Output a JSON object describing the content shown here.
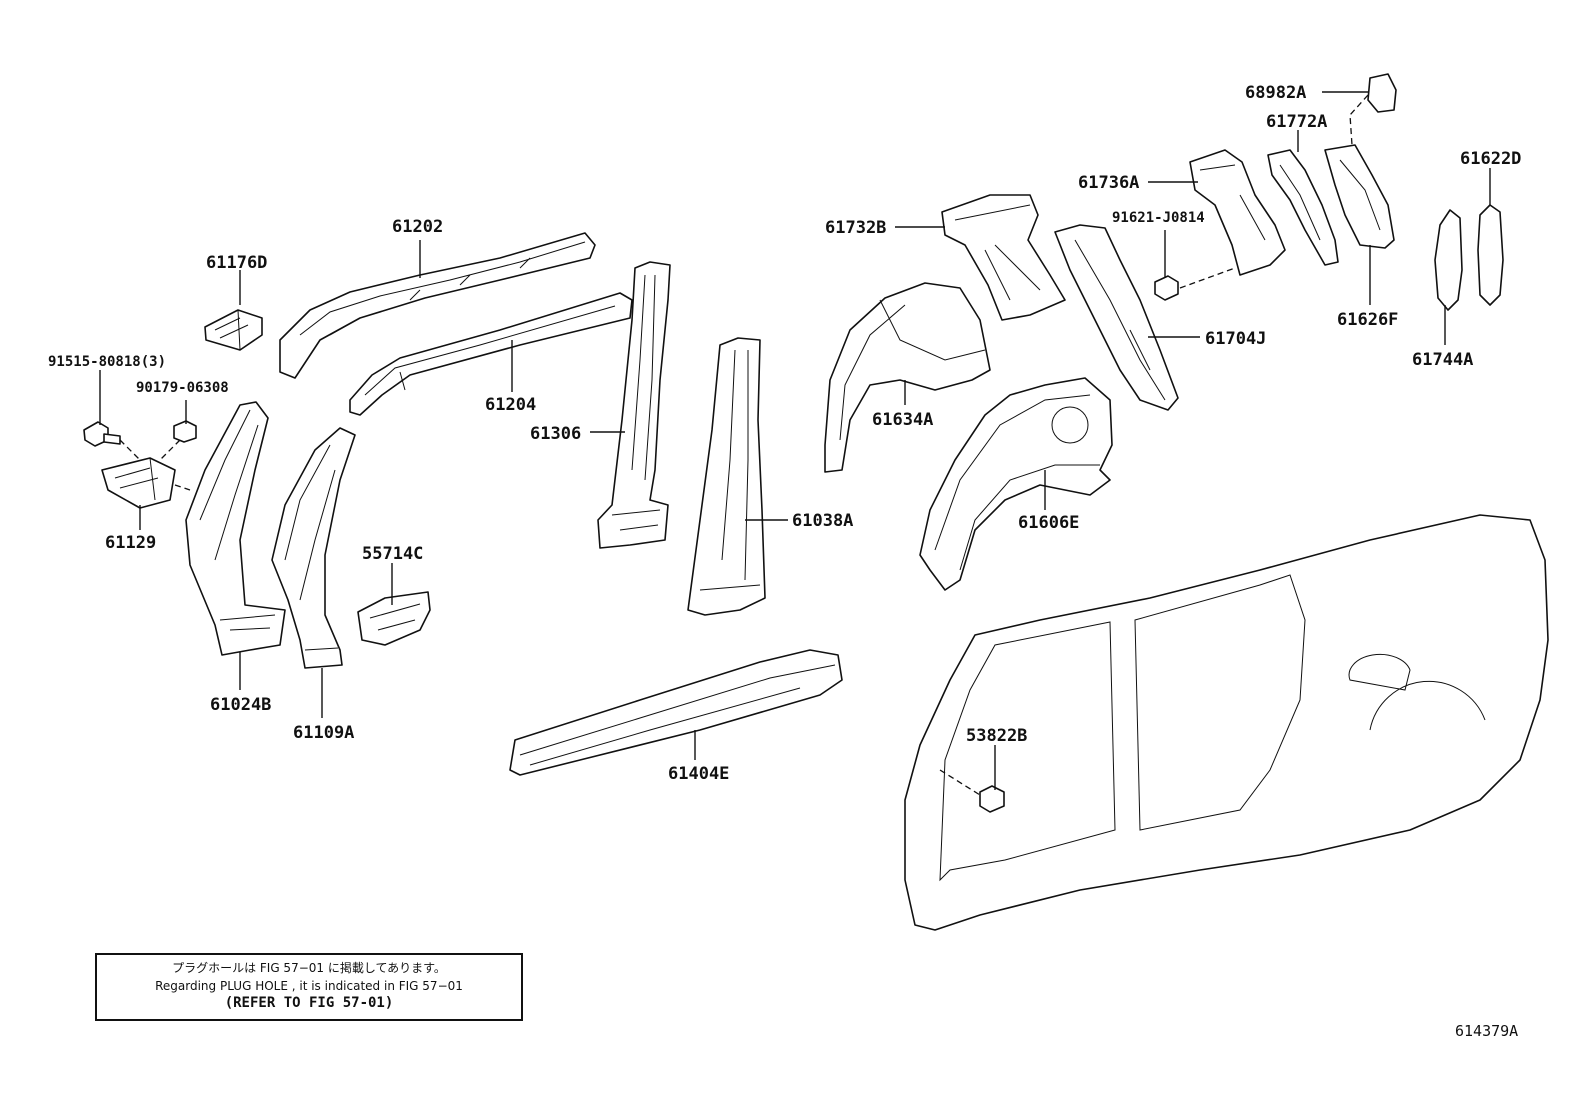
{
  "parts": {
    "p61176D": "61176D",
    "p61202": "61202",
    "p61204": "61204",
    "p91515": "91515-80818(3)",
    "p90179": "90179-06308",
    "p61129": "61129",
    "p61024B": "61024B",
    "p61109A": "61109A",
    "p55714C": "55714C",
    "p61306": "61306",
    "p61038A": "61038A",
    "p61404E": "61404E",
    "p61732B": "61732B",
    "p61736A": "61736A",
    "p91621": "91621-J0814",
    "p61634A": "61634A",
    "p61704J": "61704J",
    "p61606E": "61606E",
    "p68982A": "68982A",
    "p61772A": "61772A",
    "p61626F": "61626F",
    "p61622D": "61622D",
    "p61744A": "61744A",
    "p53822B": "53822B"
  },
  "note": {
    "line_jp": "プラグホールは FIG 57−01 に掲載してあります。",
    "line_en": "Regarding  PLUG  HOLE , it is indicated in FIG  57−01",
    "line_ref": "(REFER TO FIG 57-01)"
  },
  "figure_id": "614379A"
}
